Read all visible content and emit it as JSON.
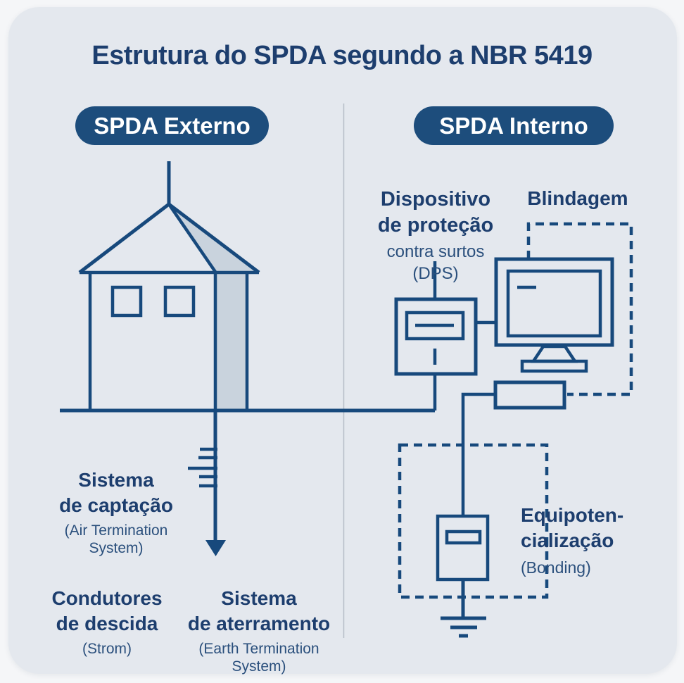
{
  "title": "Estrutura do SPDA segundo a NBR 5419",
  "colors": {
    "page_bg": "#f5f6f8",
    "card_bg": "#e4e8ee",
    "ink": "#1d3e6e",
    "note_ink": "#2a4f7c",
    "line": "#17497c",
    "pill_bg": "#1d4d7c",
    "pill_text": "#ffffff",
    "shade": "#c9d3dd",
    "divider": "#b6bdc7"
  },
  "sections": {
    "externo": {
      "badge": "SPDA Externo",
      "labels": {
        "captacao_title": "Sistema\nde captação",
        "captacao_note": "(Air Termination\nSystem)",
        "descida_title": "Condutores\nde descida",
        "descida_note": "(Strom)",
        "aterramento_title": "Sistema\nde aterramento",
        "aterramento_note": "(Earth Termination\nSystem)"
      }
    },
    "interno": {
      "badge": "SPDA Interno",
      "labels": {
        "dps_title": "Dispositivo\nde proteção",
        "dps_note": "contra surtos\n(DPS)",
        "blindagem_title": "Blindagem",
        "bonding_title": "Equipoten-\ncialização",
        "bonding_note": "(Bonding)"
      }
    }
  }
}
